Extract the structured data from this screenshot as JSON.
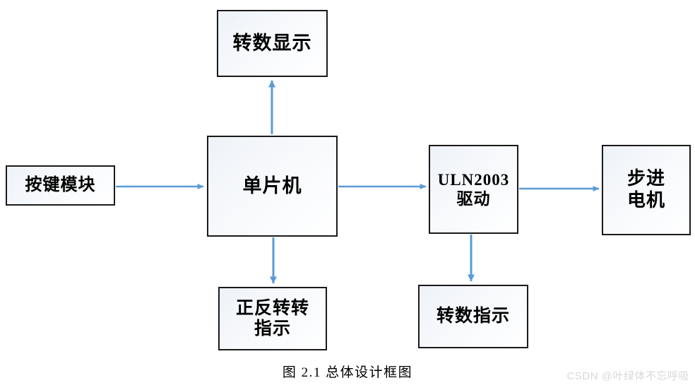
{
  "diagram": {
    "title": "总体设计框图",
    "caption": "图 2.1  总体设计框图",
    "accent_color": "#5B9BD5",
    "border_color": "#1a1a1a",
    "box_fill": "#f2f5fa",
    "nodes": [
      {
        "id": "display",
        "label": "转数显示",
        "name": "block-speed-display"
      },
      {
        "id": "keypad",
        "label": "按键模块",
        "name": "block-key-module"
      },
      {
        "id": "mcu",
        "label": "单片机",
        "name": "block-mcu"
      },
      {
        "id": "driver",
        "label": "ULN2003\n驱动",
        "name": "block-uln2003-driver"
      },
      {
        "id": "motor",
        "label": "步进\n电机",
        "name": "block-stepper-motor"
      },
      {
        "id": "dir_ind",
        "label": "正反转转\n指示",
        "name": "block-direction-indicator"
      },
      {
        "id": "speed_ind",
        "label": "转数指示",
        "name": "block-speed-indicator"
      }
    ],
    "edges": [
      {
        "from": "keypad",
        "to": "mcu",
        "direction": "right",
        "name": "edge-keypad-to-mcu"
      },
      {
        "from": "mcu",
        "to": "display",
        "direction": "up",
        "name": "edge-mcu-to-display"
      },
      {
        "from": "mcu",
        "to": "dir_ind",
        "direction": "down",
        "name": "edge-mcu-to-direction-indicator"
      },
      {
        "from": "mcu",
        "to": "driver",
        "direction": "right",
        "name": "edge-mcu-to-driver"
      },
      {
        "from": "driver",
        "to": "motor",
        "direction": "right",
        "name": "edge-driver-to-motor"
      },
      {
        "from": "driver",
        "to": "speed_ind",
        "direction": "down",
        "name": "edge-driver-to-speed-indicator"
      }
    ]
  },
  "watermark": {
    "text": "CSDN @叶绿体不忘呼吸"
  }
}
